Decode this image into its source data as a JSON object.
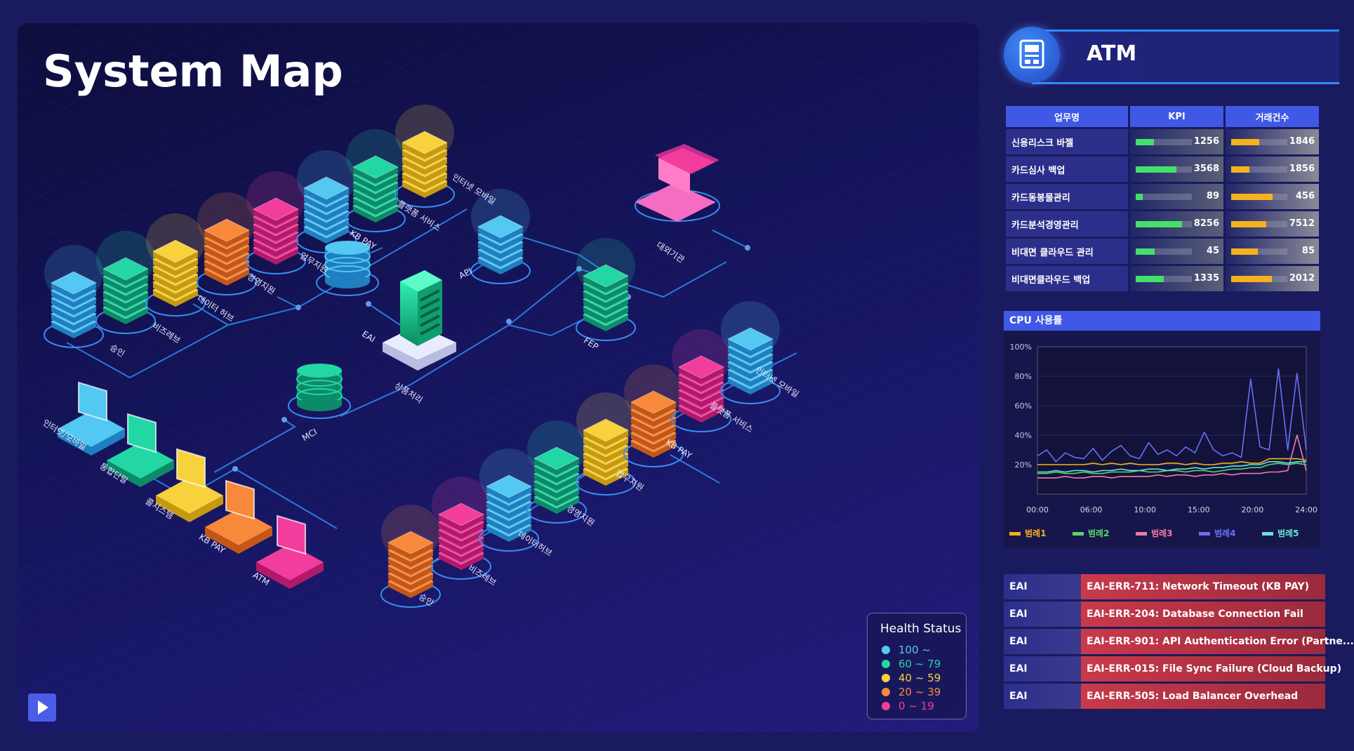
{
  "map": {
    "title": "System Map",
    "nodes": {
      "top_row": [
        "승인",
        "비즈레브",
        "데이터 허브",
        "경영지원",
        "업무지원",
        "KB PAY",
        "플랫폼 서비스",
        "인터넷 모바일"
      ],
      "eai": "EAI",
      "api": "API",
      "fep": "FEP",
      "external": "대외기관",
      "center": "상품처리",
      "mci": "MCI",
      "channels": [
        "인터넷/모바일",
        "통합단말",
        "콜시스템",
        "KB PAY",
        "ATM"
      ],
      "bottom_row": [
        "승인",
        "비즈레브",
        "데이터허브",
        "경영지원",
        "업무지원",
        "KB PAY",
        "플랫폼 서비스",
        "인터넷 모바일"
      ]
    }
  },
  "legend": {
    "title": "Health Status",
    "items": [
      {
        "label": "100 ~",
        "color": "#52c8f2"
      },
      {
        "label": "60 ~ 79",
        "color": "#22d7a3"
      },
      {
        "label": "40 ~ 59",
        "color": "#f7d23c"
      },
      {
        "label": "20 ~ 39",
        "color": "#f8893a"
      },
      {
        "label": "0 ~ 19",
        "color": "#f23d9c"
      }
    ]
  },
  "detail": {
    "title": "ATM",
    "icon": "atm-icon",
    "kpi_table": {
      "headers": [
        "업무명",
        "KPI",
        "거래건수"
      ],
      "rows": [
        {
          "name": "신용리스크 바젤",
          "kpi": "1256",
          "kpi_pct": 0.32,
          "count": "1846",
          "count_pct": 0.5
        },
        {
          "name": "카드심사 백업",
          "kpi": "3568",
          "kpi_pct": 0.72,
          "count": "1856",
          "count_pct": 0.32
        },
        {
          "name": "카드동봉물관리",
          "kpi": "89",
          "kpi_pct": 0.12,
          "count": "456",
          "count_pct": 0.74
        },
        {
          "name": "카드분석경영관리",
          "kpi": "8256",
          "kpi_pct": 0.82,
          "count": "7512",
          "count_pct": 0.62
        },
        {
          "name": "비대면 클라우드 관리",
          "kpi": "45",
          "kpi_pct": 0.34,
          "count": "85",
          "count_pct": 0.48
        },
        {
          "name": "비대면클라우드 백업",
          "kpi": "1335",
          "kpi_pct": 0.5,
          "count": "2012",
          "count_pct": 0.72
        }
      ],
      "kpi_color": "#45e06a",
      "count_color": "#f6b21c"
    },
    "errors": [
      {
        "source": "EAI",
        "message": "EAI-ERR-711: Network Timeout (KB PAY)"
      },
      {
        "source": "EAI",
        "message": "EAI-ERR-204: Database Connection Fail"
      },
      {
        "source": "EAI",
        "message": "EAI-ERR-901: API Authentication Error (Partne..."
      },
      {
        "source": "EAI",
        "message": "EAI-ERR-015: File Sync Failure (Cloud Backup)"
      },
      {
        "source": "EAI",
        "message": "EAI-ERR-505: Load Balancer Overhead"
      }
    ]
  },
  "chart_data": {
    "type": "line",
    "title": "CPU 사용률",
    "x": [
      "00:00",
      "06:00",
      "10:00",
      "15:00",
      "20:00",
      "24:00"
    ],
    "y_ticks": [
      "100%",
      "80%",
      "60%",
      "40%",
      "20%"
    ],
    "ylim": [
      0,
      100
    ],
    "grid": true,
    "legend_position": "bottom",
    "series": [
      {
        "name": "범례1",
        "color": "#f6b21c",
        "values": [
          20,
          20,
          20,
          20,
          20,
          20,
          21,
          20,
          21,
          20,
          21,
          20,
          20,
          20,
          21,
          21,
          20,
          21,
          20,
          20,
          21,
          21,
          22,
          21,
          21,
          24,
          24,
          24,
          24,
          23
        ]
      },
      {
        "name": "범례2",
        "color": "#57d66a",
        "values": [
          14,
          14,
          15,
          14,
          14,
          15,
          14,
          14,
          15,
          15,
          15,
          16,
          15,
          15,
          16,
          16,
          15,
          16,
          16,
          15,
          16,
          17,
          17,
          18,
          18,
          20,
          21,
          20,
          21,
          20
        ]
      },
      {
        "name": "범례3",
        "color": "#f27aa8",
        "values": [
          11,
          11,
          11,
          12,
          11,
          11,
          12,
          12,
          11,
          12,
          12,
          12,
          12,
          13,
          12,
          13,
          13,
          12,
          13,
          13,
          14,
          13,
          14,
          14,
          14,
          15,
          15,
          16,
          40,
          16
        ]
      },
      {
        "name": "범례4",
        "color": "#6a6ff5",
        "values": [
          26,
          30,
          22,
          28,
          25,
          24,
          31,
          23,
          29,
          33,
          26,
          24,
          35,
          27,
          30,
          26,
          32,
          28,
          42,
          30,
          26,
          28,
          25,
          78,
          32,
          30,
          85,
          30,
          82,
          30
        ]
      },
      {
        "name": "범례5",
        "color": "#67e3d8",
        "values": [
          15,
          15,
          16,
          15,
          16,
          16,
          15,
          16,
          16,
          17,
          16,
          16,
          17,
          17,
          16,
          17,
          17,
          18,
          17,
          18,
          18,
          19,
          19,
          20,
          20,
          22,
          22,
          21,
          22,
          22
        ]
      }
    ]
  }
}
